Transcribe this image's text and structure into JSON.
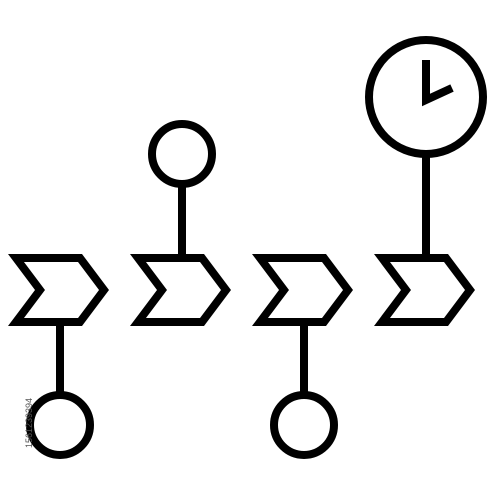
{
  "icon": {
    "name": "timeline-icon",
    "stroke_color": "#000000",
    "background_color": "#ffffff",
    "steps": [
      {
        "marker": "circle-node",
        "connector": "below"
      },
      {
        "marker": "circle-node",
        "connector": "above"
      },
      {
        "marker": "circle-node",
        "connector": "below"
      },
      {
        "marker": "clock",
        "connector": "above"
      }
    ]
  },
  "watermark": {
    "stock_id": "1561239394"
  }
}
